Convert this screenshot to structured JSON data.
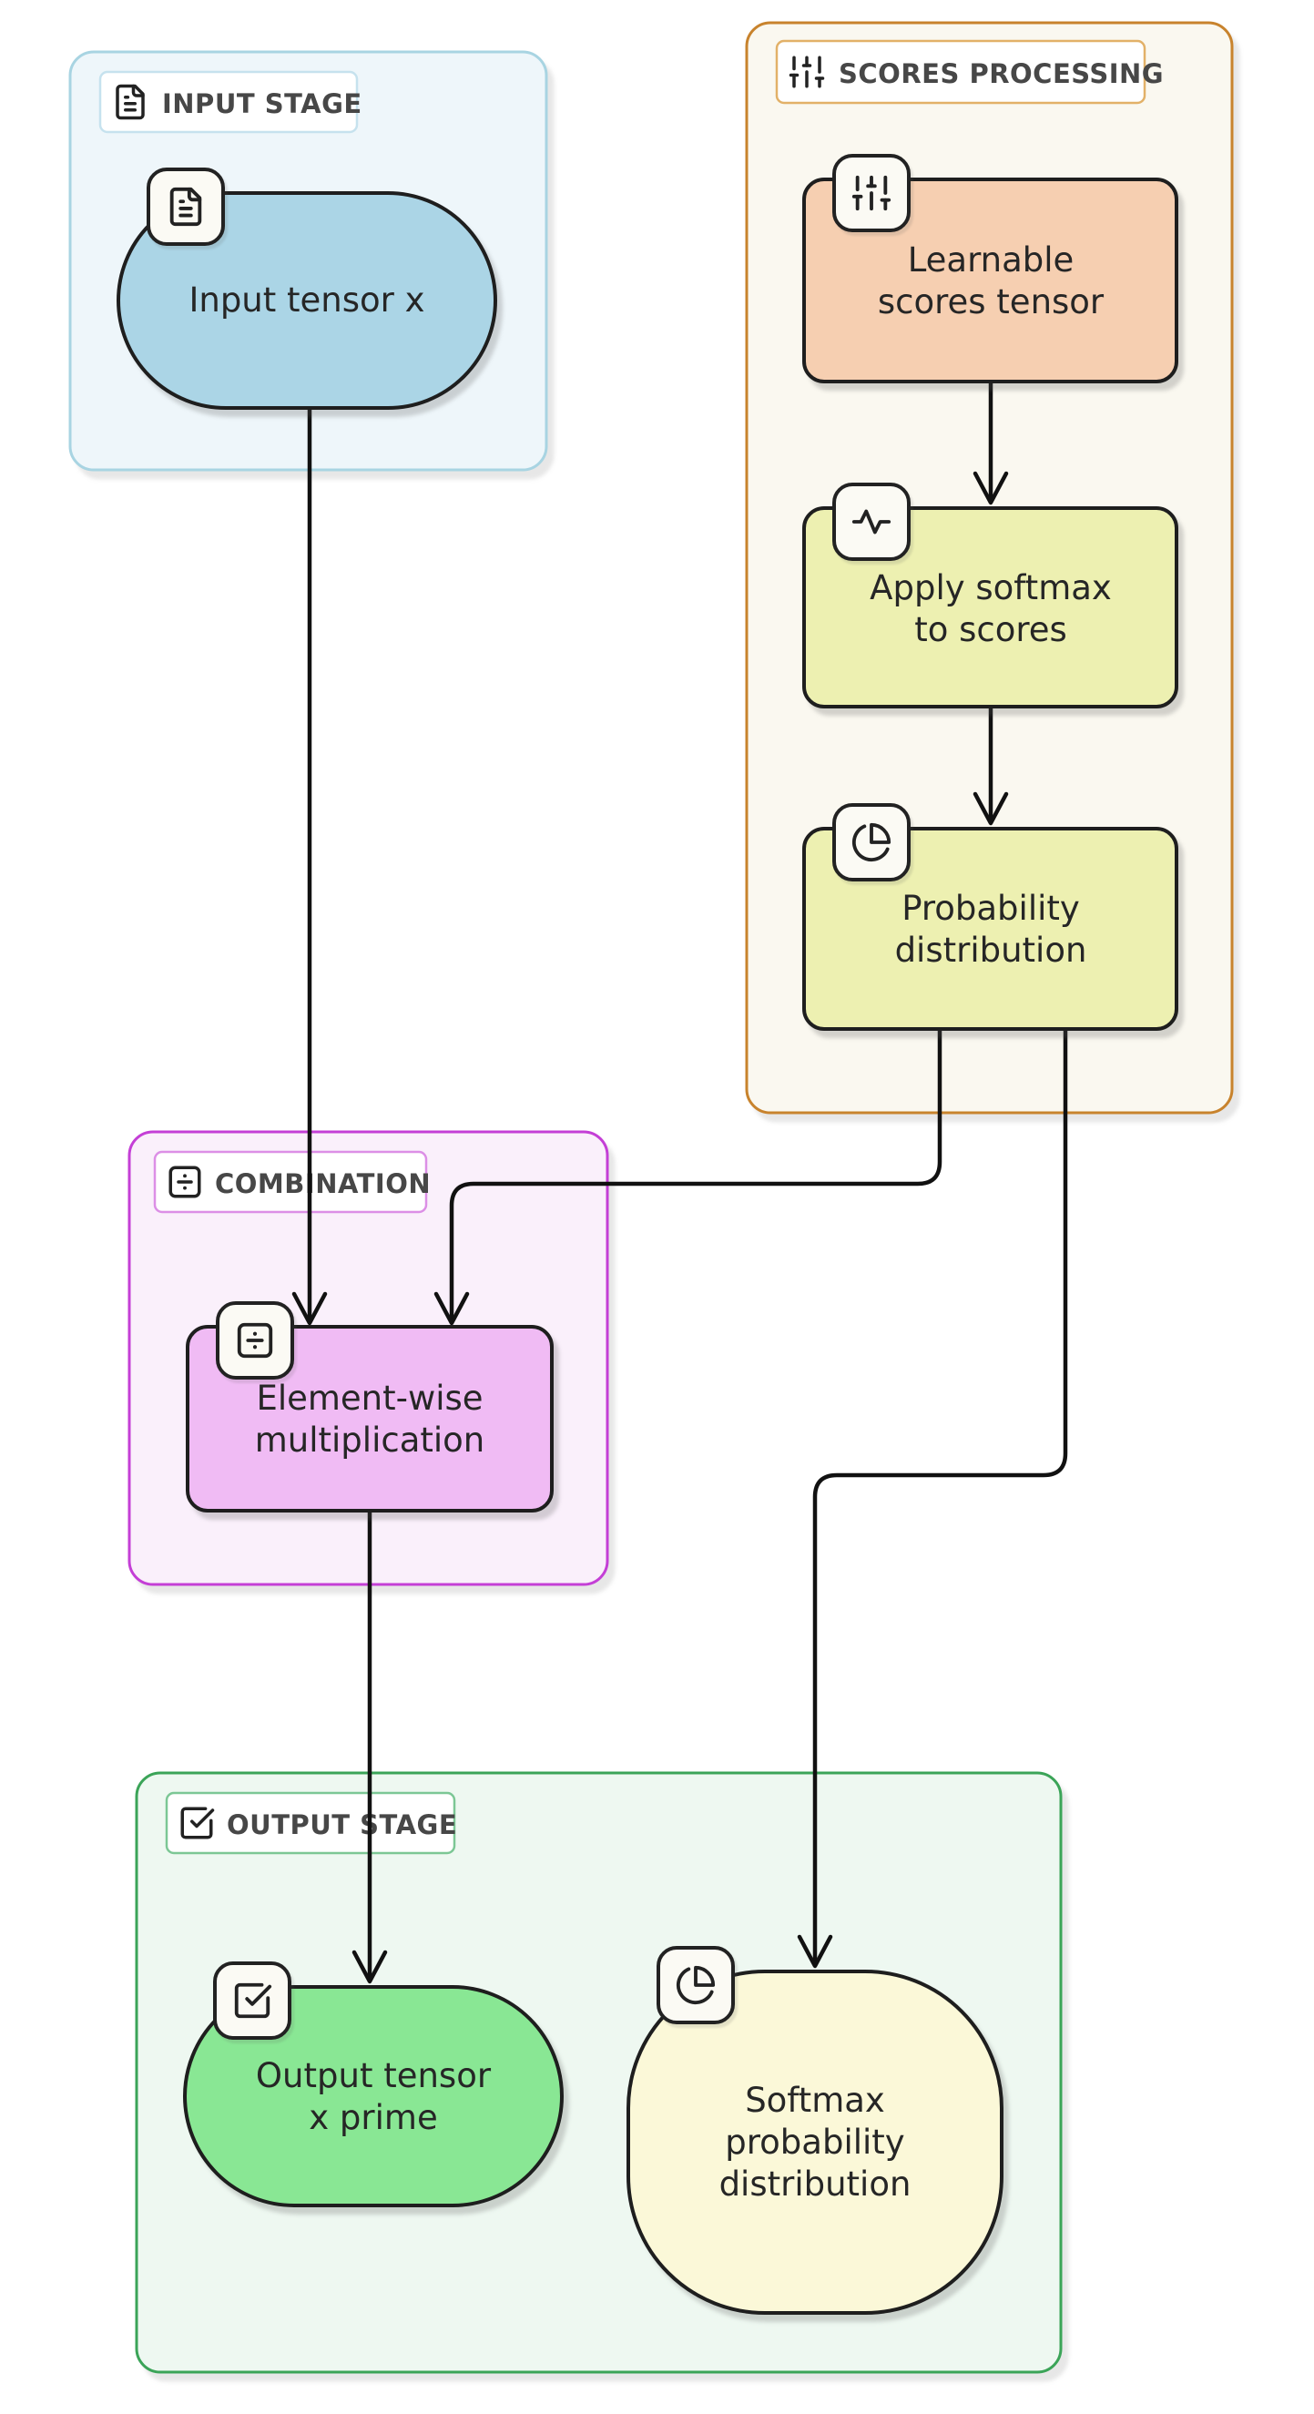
{
  "diagram": {
    "type": "flowchart",
    "groups": [
      {
        "id": "input-stage",
        "label": "INPUT STAGE",
        "icon": "file-text-icon",
        "border_color": "#a8d4e2",
        "badge_border": "#c6e2ee",
        "fill": "#eef6fa"
      },
      {
        "id": "scores-processing",
        "label": "SCORES PROCESSING",
        "icon": "sliders-icon",
        "border_color": "#c8832d",
        "badge_border": "#e2b168",
        "fill": "#faf8f0"
      },
      {
        "id": "combination",
        "label": "COMBINATION",
        "icon": "divide-square-icon",
        "border_color": "#c43fd6",
        "badge_border": "#dc8fe6",
        "fill": "#faf0fb"
      },
      {
        "id": "output-stage",
        "label": "OUTPUT STAGE",
        "icon": "check-square-icon",
        "border_color": "#3ba458",
        "badge_border": "#7cc795",
        "fill": "#eef8f1"
      }
    ],
    "nodes": [
      {
        "id": "input-tensor",
        "group": "input-stage",
        "shape": "stadium",
        "icon": "file-text-icon",
        "fill": "#abd5e6",
        "lines": [
          "Input tensor x"
        ]
      },
      {
        "id": "learnable-scores",
        "group": "scores-processing",
        "shape": "rounded-rect",
        "icon": "sliders-icon",
        "fill": "#f6cfb1",
        "lines": [
          "Learnable",
          "scores tensor"
        ]
      },
      {
        "id": "apply-softmax",
        "group": "scores-processing",
        "shape": "rounded-rect",
        "icon": "activity-icon",
        "fill": "#edf0b1",
        "lines": [
          "Apply softmax",
          "to scores"
        ]
      },
      {
        "id": "probability-distribution",
        "group": "scores-processing",
        "shape": "rounded-rect",
        "icon": "pie-chart-icon",
        "fill": "#edf0b1",
        "lines": [
          "Probability",
          "distribution"
        ]
      },
      {
        "id": "elementwise-multiplication",
        "group": "combination",
        "shape": "rounded-rect",
        "icon": "divide-square-icon",
        "fill": "#f0bbf4",
        "lines": [
          "Element-wise",
          "multiplication"
        ]
      },
      {
        "id": "output-tensor-x-prime",
        "group": "output-stage",
        "shape": "stadium",
        "icon": "check-square-icon",
        "fill": "#89e794",
        "lines": [
          "Output tensor",
          "x prime"
        ]
      },
      {
        "id": "softmax-probability-distribution",
        "group": "output-stage",
        "shape": "blob",
        "icon": "pie-chart-icon",
        "fill": "#fbf8d8",
        "lines": [
          "Softmax",
          "probability",
          "distribution"
        ]
      }
    ],
    "edges": [
      {
        "from": "input-tensor",
        "to": "elementwise-multiplication"
      },
      {
        "from": "learnable-scores",
        "to": "apply-softmax"
      },
      {
        "from": "apply-softmax",
        "to": "probability-distribution"
      },
      {
        "from": "probability-distribution",
        "to": "elementwise-multiplication"
      },
      {
        "from": "probability-distribution",
        "to": "softmax-probability-distribution"
      },
      {
        "from": "elementwise-multiplication",
        "to": "output-tensor-x-prime"
      }
    ],
    "colors": {
      "node_border": "#1e1e1e",
      "edge": "#111111",
      "icon": "#222222",
      "icon_chip_fill": "#fbfaf4",
      "badge_fill": "#ffffff",
      "background": "#ffffff"
    }
  }
}
